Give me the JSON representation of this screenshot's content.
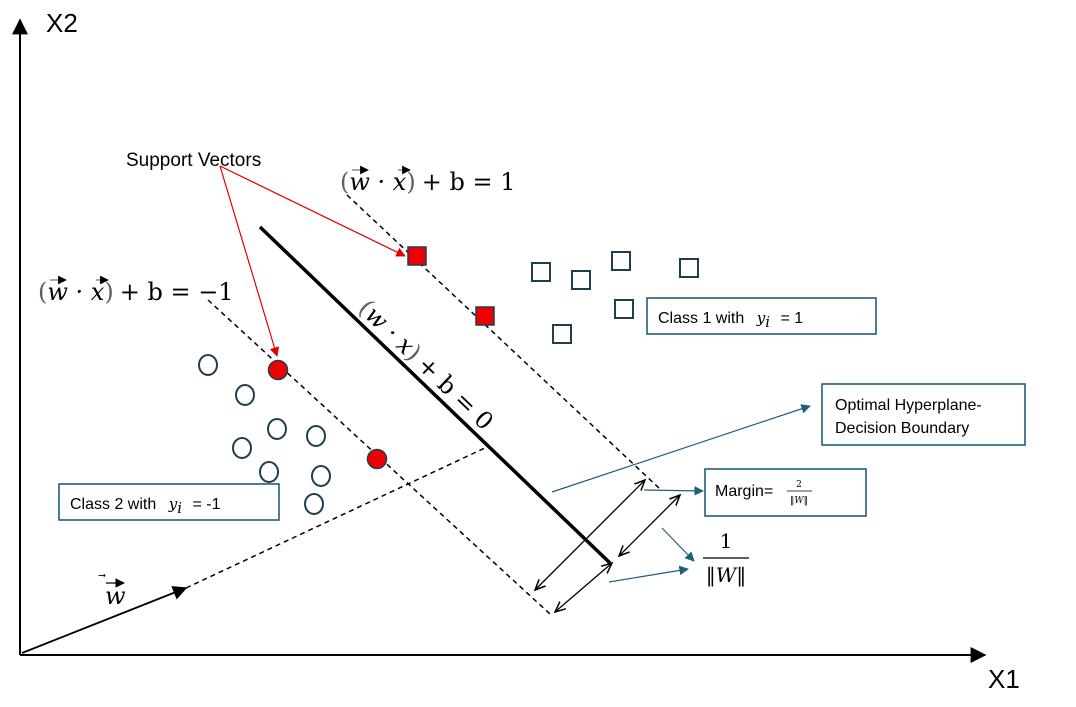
{
  "axes": {
    "x_label": "X1",
    "y_label": "X2"
  },
  "equations": {
    "upper_margin": {
      "lhs": "w · x",
      "rhs": "+ b = 1"
    },
    "lower_margin": {
      "lhs": "w · x",
      "rhs": "+ b = −1"
    },
    "hyperplane": {
      "lhs": "w · x",
      "rhs": "+ b = 0"
    }
  },
  "annotations": {
    "support_vectors": "Support Vectors",
    "weight_vector": "w",
    "one_over_w_num": "1",
    "one_over_w_den": "‖W‖"
  },
  "boxes": {
    "class1": {
      "prefix": "Class 1 with",
      "var": "y",
      "sub": "i",
      "suffix": "= 1"
    },
    "class2": {
      "prefix": "Class 2 with",
      "var": "y",
      "sub": "i",
      "suffix": "= -1"
    },
    "hyperplane": {
      "line1": "Optimal Hyperplane-",
      "line2": "Decision Boundary"
    },
    "margin": {
      "label": "Margin=",
      "num": "2",
      "den": "‖W‖"
    }
  },
  "colors": {
    "support_vector_fill": "#ee0000",
    "marker_stroke": "#1e3f4f",
    "box_border": "#1f5f7a",
    "pointer_arrow": "#e00000",
    "callout_arrow": "#1f5f7a"
  }
}
